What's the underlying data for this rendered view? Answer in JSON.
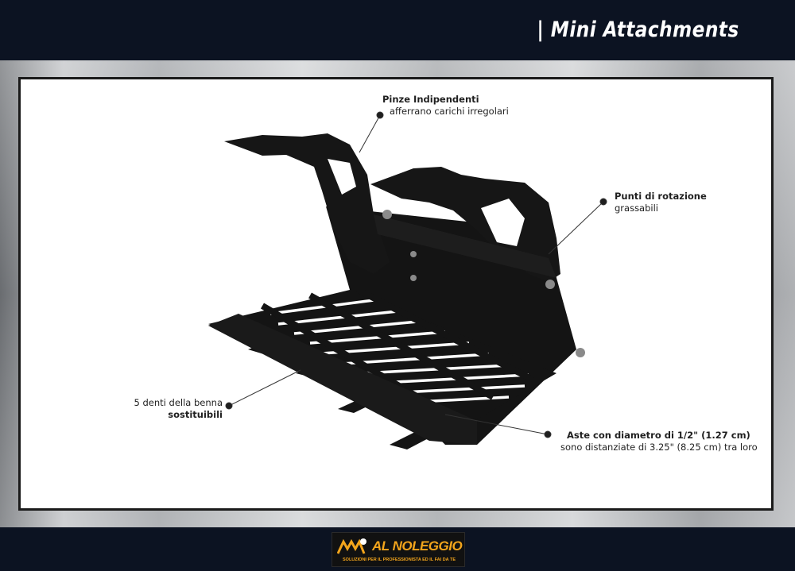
{
  "header": {
    "title": "| Mini Attachments"
  },
  "callouts": {
    "clamps": {
      "title": "Pinze Indipendenti",
      "text": "afferrano carichi irregolari"
    },
    "pivot": {
      "title": "Punti di rotazione",
      "text": "grassabili"
    },
    "teeth": {
      "text": "5 denti della benna",
      "title": "sostituibili"
    },
    "bars": {
      "title": "Aste con diametro di 1/2\" (1.27 cm)",
      "text": "sono distanziate di 3.25\" (8.25 cm) tra loro"
    }
  },
  "logo": {
    "name": "AL NOLEGGIO",
    "tagline": "SOLUZIONI PER IL PROFESSIONISTA ED IL FAI DA TE"
  },
  "colors": {
    "navy": "#0c1322",
    "accent": "#f3a51c",
    "product": "#111111"
  }
}
